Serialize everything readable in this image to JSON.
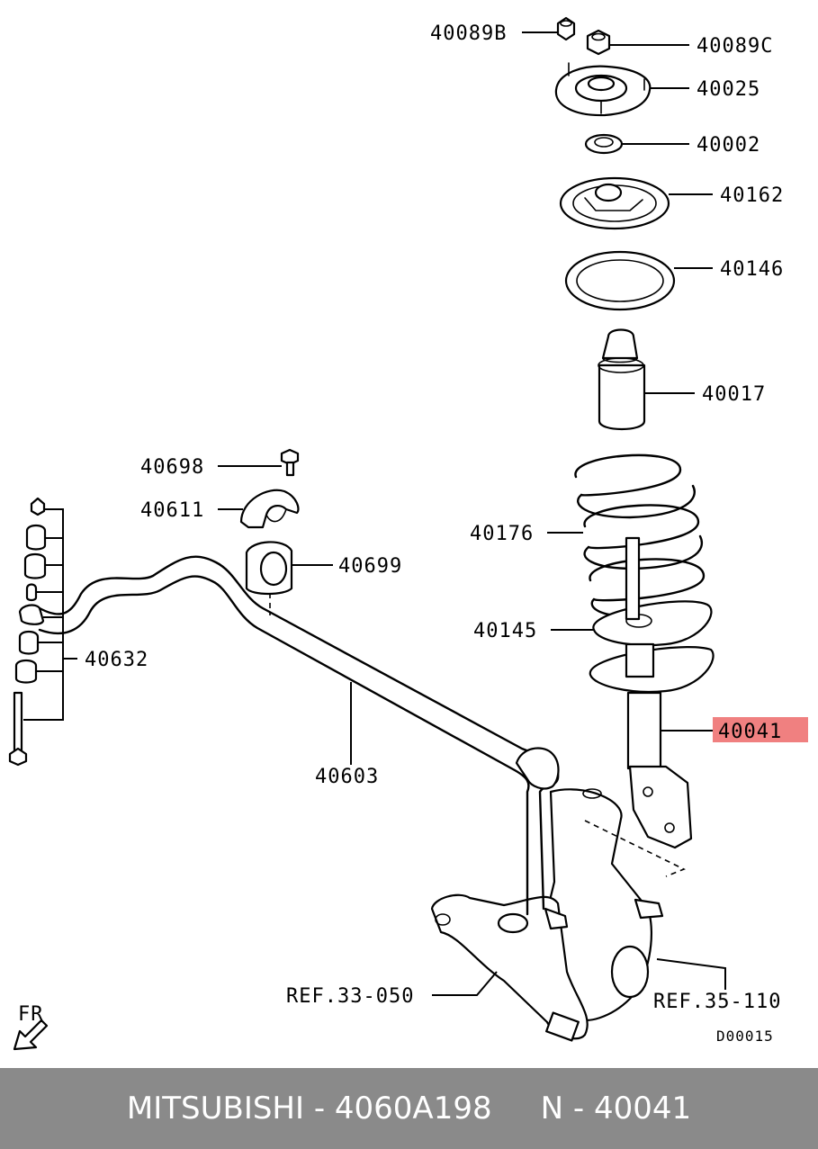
{
  "callouts": {
    "p40089B": "40089B",
    "p40089C": "40089C",
    "p40025": "40025",
    "p40002": "40002",
    "p40162": "40162",
    "p40146": "40146",
    "p40017": "40017",
    "p40698": "40698",
    "p40611": "40611",
    "p40699": "40699",
    "p40176": "40176",
    "p40145": "40145",
    "p40632": "40632",
    "p40041": "40041",
    "p40603": "40603",
    "ref_33_050": "REF.33-050",
    "ref_35_110": "REF.35-110"
  },
  "highlight": {
    "part": "40041",
    "color": "#f08080"
  },
  "orientation_label": "FR",
  "drawing_code": "D00015",
  "footer": {
    "text": "MITSUBISHI - 4060A198     N - 40041",
    "background": "#8a8a8a",
    "color": "#ffffff"
  },
  "icons": {
    "orientation": "arrow-down-left-icon"
  }
}
